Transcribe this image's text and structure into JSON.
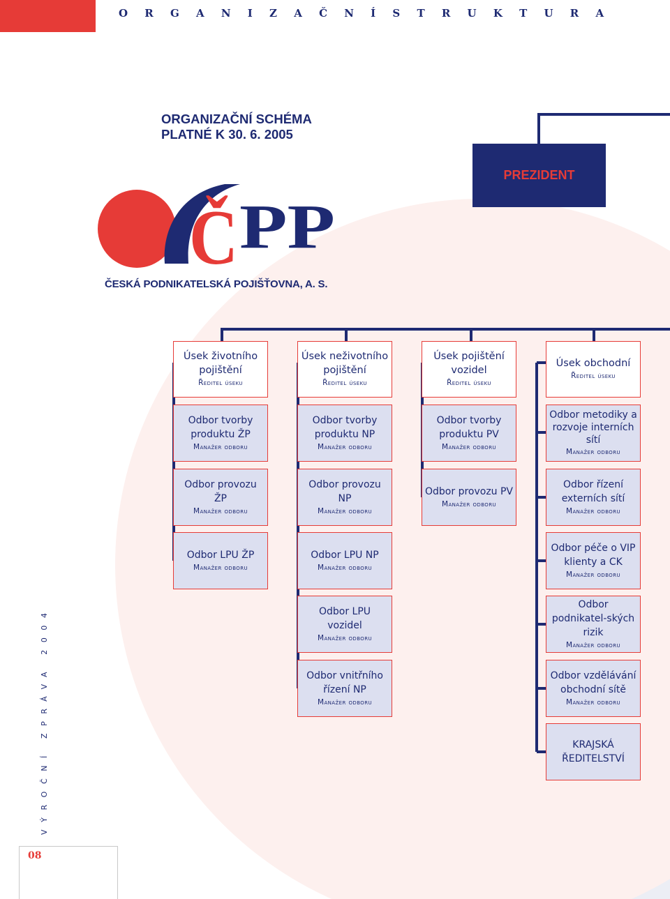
{
  "header": {
    "section_title": "O R G A N I Z A Č N Í   S T R U K T U R A"
  },
  "schema": {
    "title_line1": "ORGANIZAČNÍ SCHÉMA",
    "title_line2": "PLATNÉ K 30. 6. 2005"
  },
  "logo": {
    "letters_red": "Č",
    "letters_blue": "PP",
    "company_name": "ČESKÁ PODNIKATELSKÁ POJIŠŤOVNA, A. S."
  },
  "president": {
    "label": "PREZIDENT"
  },
  "columns": [
    {
      "head": {
        "name": "Úsek životního pojištění",
        "role": "Ředitel úseku"
      },
      "items": [
        {
          "name": "Odbor tvorby produktu ŽP",
          "role": "Manažer odboru"
        },
        {
          "name": "Odbor provozu ŽP",
          "role": "Manažer odboru"
        },
        {
          "name": "Odbor LPU ŽP",
          "role": "Manažer odboru"
        }
      ]
    },
    {
      "head": {
        "name": "Úsek neživotního pojištění",
        "role": "Ředitel úseku"
      },
      "items": [
        {
          "name": "Odbor tvorby produktu NP",
          "role": "Manažer odboru"
        },
        {
          "name": "Odbor provozu NP",
          "role": "Manažer odboru"
        },
        {
          "name": "Odbor LPU NP",
          "role": "Manažer odboru"
        },
        {
          "name": "Odbor LPU vozidel",
          "role": "Manažer odboru"
        },
        {
          "name": "Odbor vnitřního řízení NP",
          "role": "Manažer odboru"
        }
      ]
    },
    {
      "head": {
        "name": "Úsek pojištění vozidel",
        "role": "Ředitel úseku"
      },
      "items": [
        {
          "name": "Odbor tvorby produktu PV",
          "role": "Manažer odboru"
        },
        {
          "name": "Odbor provozu PV",
          "role": "Manažer odboru"
        }
      ]
    },
    {
      "head": {
        "name": "Úsek obchodní",
        "role": "Ředitel úseku"
      },
      "items": [
        {
          "name": "Odbor metodiky a rozvoje interních sítí",
          "role": "Manažer odboru"
        },
        {
          "name": "Odbor řízení externích sítí",
          "role": "Manažer odboru"
        },
        {
          "name": "Odbor péče o VIP klienty a CK",
          "role": "Manažer odboru"
        },
        {
          "name": "Odbor podnikatel-ských rizik",
          "role": "Manažer odboru"
        },
        {
          "name": "Odbor vzdělávání obchodní sítě",
          "role": "Manažer odboru"
        },
        {
          "name": "KRAJSKÁ ŘEDITELSTVÍ",
          "role": ""
        }
      ]
    }
  ],
  "sidebar": {
    "report_label": "VÝROČNÍ ZPRÁVA 2004"
  },
  "footer": {
    "page_number": "08"
  },
  "colors": {
    "navy": "#1e2a72",
    "red": "#e63b37",
    "box_fill": "#dcdff0",
    "bg_circle": "#fdf0ee",
    "bg_diagonal": "#eceef5"
  }
}
